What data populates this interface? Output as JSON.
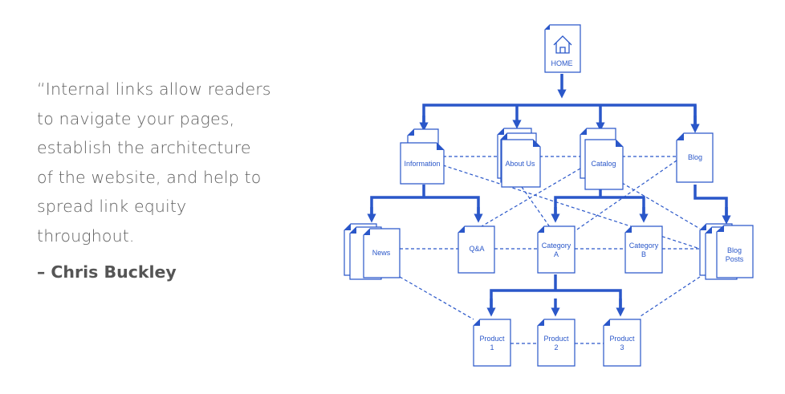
{
  "quote": {
    "lines": [
      "“Internal links allow readers",
      "to navigate your pages,",
      "establish the architecture",
      "of the website, and help to",
      "spread link equity",
      "throughout."
    ],
    "author": "– Chris Buckley"
  },
  "colors": {
    "accent": "#2a57c9",
    "text": "#5f5f5f",
    "author": "#555555"
  },
  "diagram": {
    "home": {
      "label": "HOME",
      "icon": "house-icon"
    },
    "level1": {
      "information": "Information",
      "about_us": "About Us",
      "catalog": "Catalog",
      "blog": "Blog"
    },
    "level2": {
      "news": "News",
      "qa": "Q&A",
      "category_a": [
        "Category",
        "A"
      ],
      "category_b": [
        "Category",
        "B"
      ],
      "blog_posts": [
        "Blog",
        "Posts"
      ]
    },
    "level3": {
      "product_1": [
        "Product",
        "1"
      ],
      "product_2": [
        "Product",
        "2"
      ],
      "product_3": [
        "Product",
        "3"
      ]
    }
  }
}
